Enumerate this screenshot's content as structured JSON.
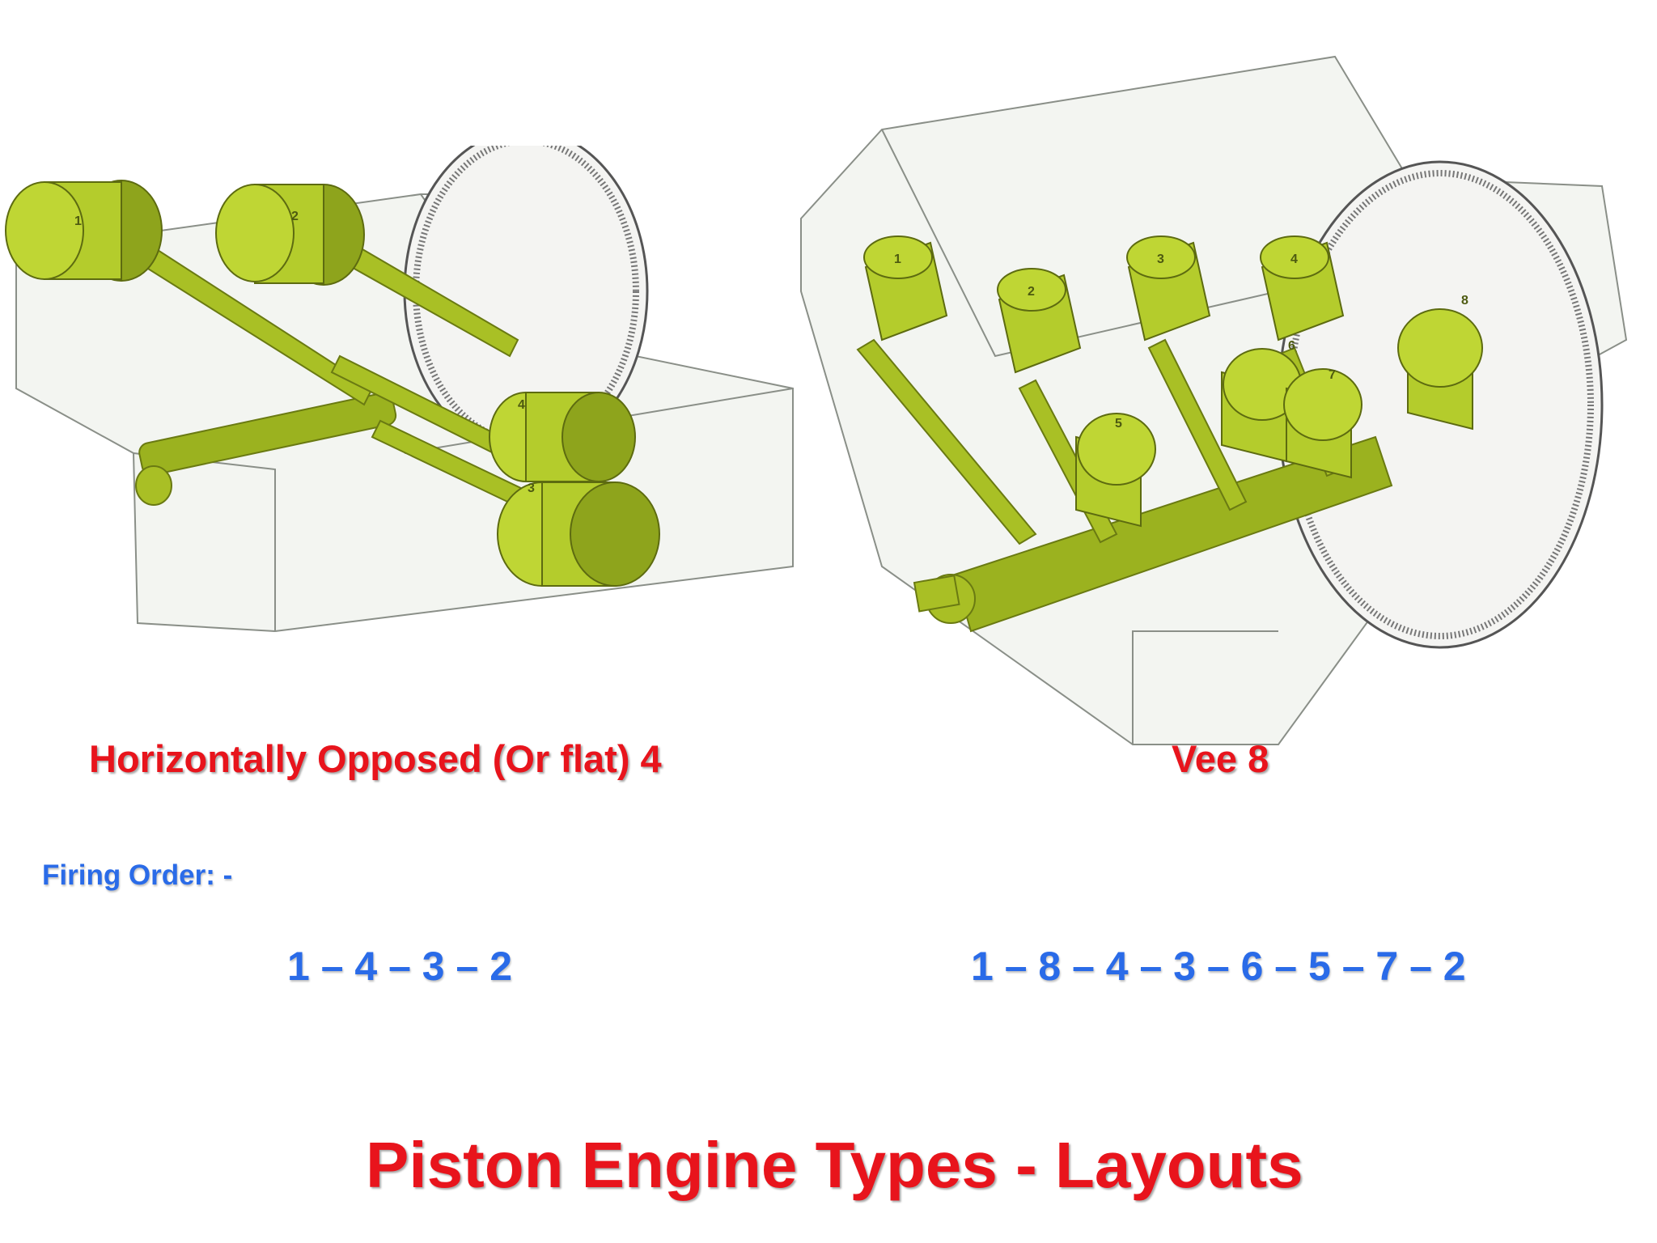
{
  "flat4": {
    "caption": "Horizontally Opposed (Or flat) 4",
    "piston_numbers": [
      "1",
      "2",
      "3",
      "4"
    ],
    "firing_order": "1 – 4 – 3 – 2"
  },
  "vee8": {
    "caption": "Vee 8",
    "piston_numbers": [
      "1",
      "2",
      "3",
      "4",
      "5",
      "6",
      "7",
      "8"
    ],
    "firing_order": "1 – 8 – 4 – 3 – 6 – 5 – 7 – 2"
  },
  "firing_order_label": "Firing Order: -",
  "title": "Piston Engine Types - Layouts",
  "colors": {
    "caption_red": "#e8141c",
    "firing_blue": "#2a6be8",
    "piston_green": "#b4cc2c",
    "piston_dark": "#8ea41c",
    "block_fill": "#f1f3ef"
  }
}
